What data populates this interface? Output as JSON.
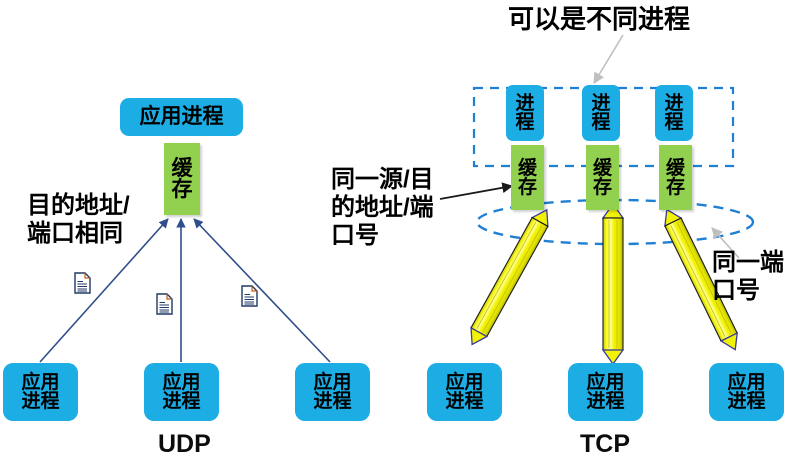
{
  "diagram": {
    "title_note": "可以是不同进程",
    "udp": {
      "protocol_label": "UDP",
      "top_process_label": "应用进程",
      "buffer_label": "缓存",
      "annotation": "目的地址/\n端口相同",
      "bottom_processes": [
        {
          "label": "应用进程"
        },
        {
          "label": "应用进程"
        },
        {
          "label": "应用进程"
        }
      ],
      "datagram_icons": [
        {
          "name": "document-icon"
        },
        {
          "name": "document-icon"
        },
        {
          "name": "document-icon"
        }
      ]
    },
    "tcp": {
      "protocol_label": "TCP",
      "annotation_left": "同一源/目\n的地址/端\n口号",
      "annotation_right": "同一端\n口号",
      "processes": [
        {
          "label": "进程"
        },
        {
          "label": "进程"
        },
        {
          "label": "进程"
        }
      ],
      "buffers": [
        {
          "label": "缓存"
        },
        {
          "label": "缓存"
        },
        {
          "label": "缓存"
        }
      ],
      "bottom_processes": [
        {
          "label": "应用进程"
        },
        {
          "label": "应用进程"
        },
        {
          "label": "应用进程"
        }
      ]
    }
  },
  "colors": {
    "process_blue": "#1CADE4",
    "buffer_green": "#92D050",
    "arrow_navy": "#2F4E8B",
    "dashed_blue": "#1F7FD4",
    "pipe_yellow": "#F2F205",
    "leader_gray": "#BFBFBF",
    "text_black": "#000000"
  }
}
